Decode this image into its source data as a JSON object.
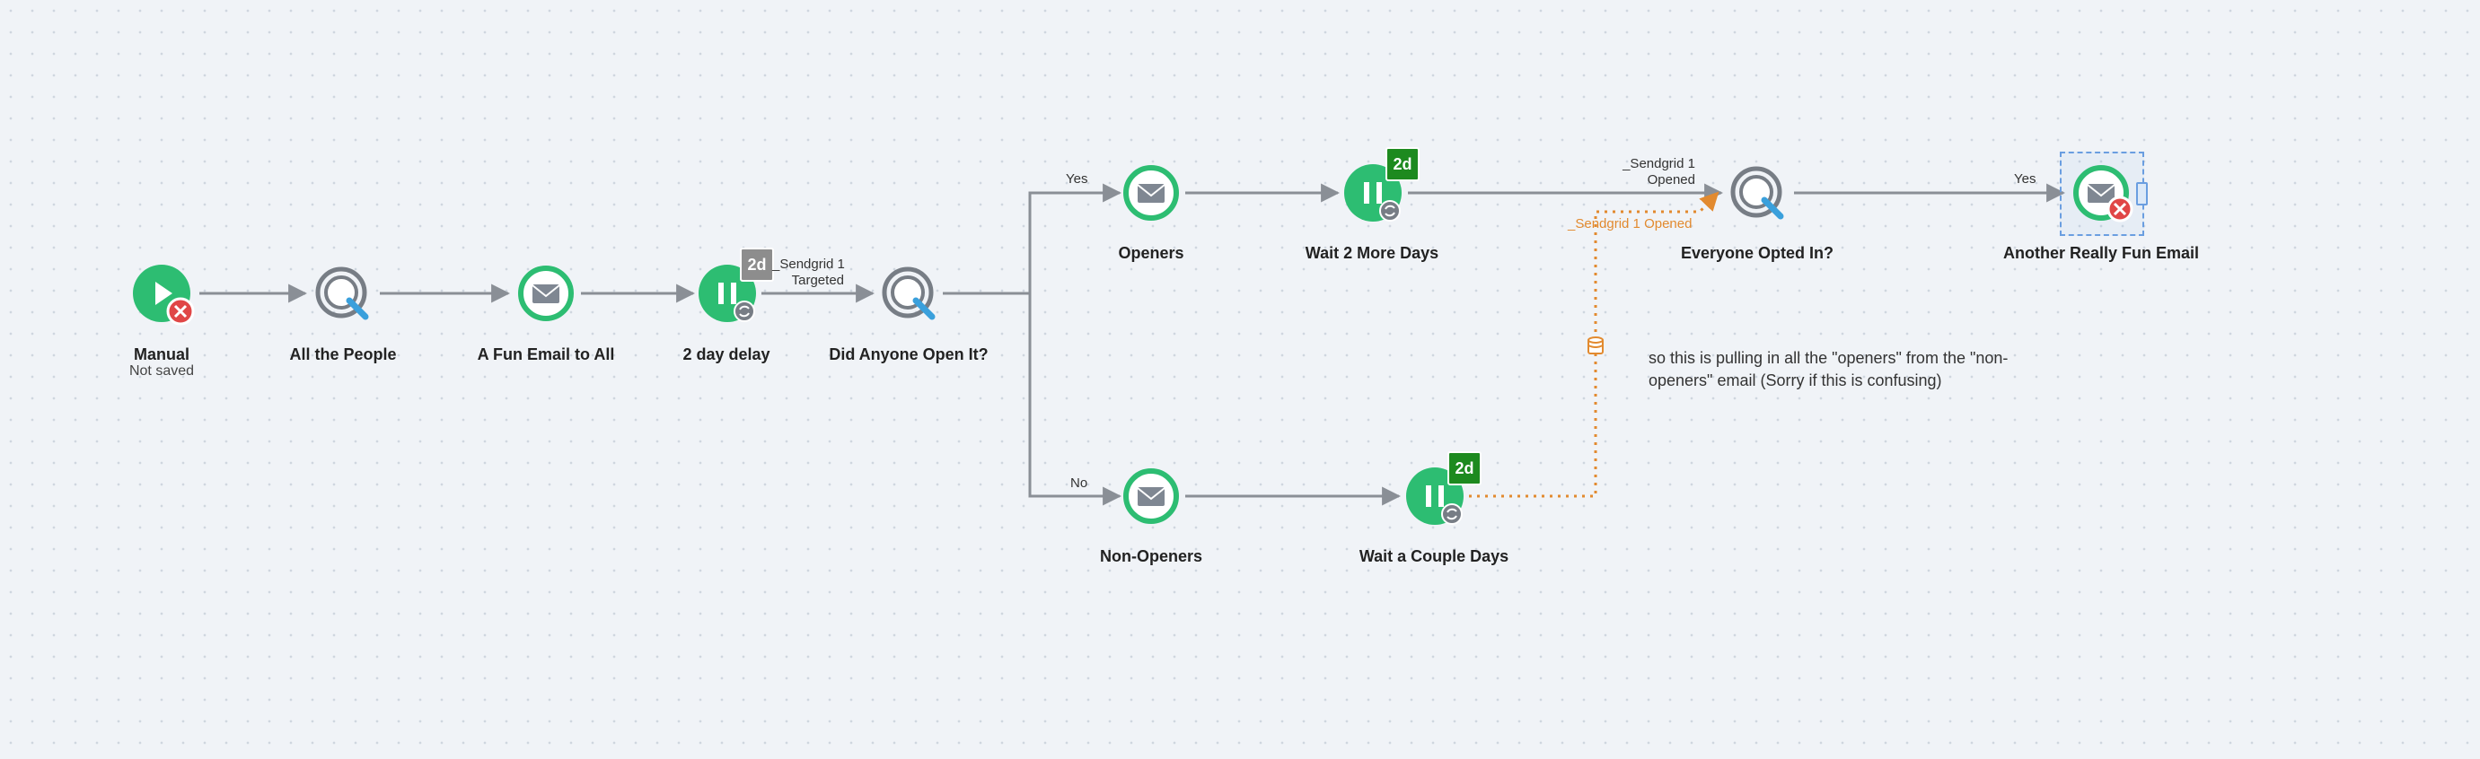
{
  "nodes": {
    "manual": {
      "label": "Manual",
      "sublabel": "Not saved"
    },
    "all_people": {
      "label": "All the People"
    },
    "fun_email": {
      "label": "A Fun Email to All"
    },
    "two_day_delay": {
      "label": "2 day delay",
      "badge": "2d"
    },
    "did_anyone_open": {
      "label": "Did Anyone Open It?"
    },
    "openers": {
      "label": "Openers"
    },
    "wait_2_more": {
      "label": "Wait 2 More Days",
      "badge": "2d"
    },
    "everyone_opted": {
      "label": "Everyone Opted In?"
    },
    "another_email": {
      "label": "Another Really Fun Email"
    },
    "non_openers": {
      "label": "Non-Openers"
    },
    "wait_couple": {
      "label": "Wait a Couple Days",
      "badge": "2d"
    }
  },
  "edges": {
    "targeted_line1": "_Sendgrid 1",
    "targeted_line2": "Targeted",
    "opened_line1": "_Sendgrid 1",
    "opened_line2": "Opened",
    "orange_label": "_Sendgrid 1 Opened",
    "yes_top": "Yes",
    "no_bottom": "No",
    "yes_right": "Yes"
  },
  "note": "so this is pulling in all the \"openers\" from the \"non-openers\" email (Sorry if this is confusing)",
  "colors": {
    "node_green": "#2dbd72",
    "connector_gray": "#8a8f96",
    "orange_dashed": "#e28a2f",
    "error_red": "#e04646",
    "query_blue": "#3aa0dc"
  }
}
